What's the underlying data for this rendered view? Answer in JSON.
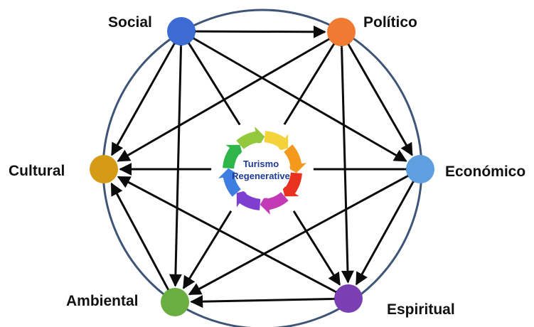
{
  "diagram": {
    "center": {
      "line1": "Turismo",
      "line2": "Regenerative",
      "text_color": "#1f3a93"
    },
    "ring_color": "#3f5577",
    "edge_color": "#0b0b0b",
    "cycle_colors": [
      "#f4d23a",
      "#f39a1d",
      "#e8321f",
      "#c23ab5",
      "#7e3fd1",
      "#3f7de0",
      "#2fb64a",
      "#93c83d"
    ],
    "nodes": [
      {
        "id": "social",
        "label": "Social",
        "color": "#3c6bd4"
      },
      {
        "id": "politico",
        "label": "Político",
        "color": "#f07a32"
      },
      {
        "id": "economico",
        "label": "Económico",
        "color": "#5ea0df"
      },
      {
        "id": "espiritual",
        "label": "Espiritual",
        "color": "#7b3fb3"
      },
      {
        "id": "ambiental",
        "label": "Ambiental",
        "color": "#6aae3f"
      },
      {
        "id": "cultural",
        "label": "Cultural",
        "color": "#d59b16"
      }
    ]
  }
}
